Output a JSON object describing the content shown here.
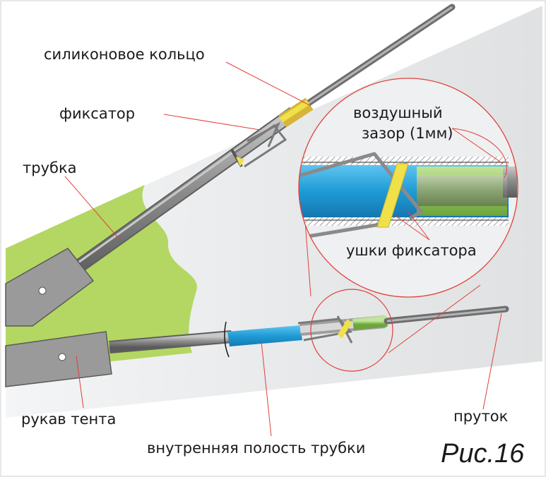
{
  "labels": {
    "silicone_ring": "силиконовое кольцо",
    "clamp": "фиксатор",
    "tube": "трубка",
    "air_gap_line1": "воздушный",
    "air_gap_line2": "зазор (1мм)",
    "clamp_ears": "ушки фиксатора",
    "tent_sleeve": "рукав тента",
    "rod": "пруток",
    "tube_inner_cavity": "внутренняя полость трубки",
    "figure_number": "Рис.16"
  },
  "colors": {
    "background_panel": "#e9ebec",
    "grass": "#b3d762",
    "rod_gray": "#8c8c8c",
    "tube_blue": "#1f9bd6",
    "ring_green": "#8fc65a",
    "clamp_yellow": "#f0e14a",
    "leader_red": "#e0413a",
    "sleeve_gray": "#9a9a9a"
  }
}
